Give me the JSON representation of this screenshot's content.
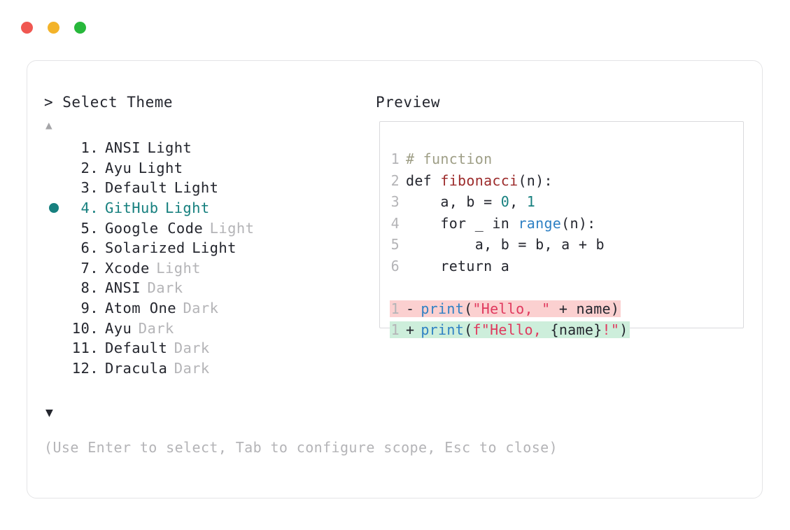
{
  "window": {
    "dots": [
      {
        "name": "close",
        "color": "#f05751"
      },
      {
        "name": "minimize",
        "color": "#f3b32a"
      },
      {
        "name": "maximize",
        "color": "#27b83b"
      }
    ]
  },
  "picker": {
    "header": "> Select Theme",
    "scroll_up": "▲",
    "scroll_down": "▼",
    "footer_hint": "(Use Enter to select, Tab to configure scope, Esc to close)",
    "accent_color": "#17807f",
    "selected_index": 4,
    "items": [
      {
        "index": "1.",
        "name": "ANSI",
        "variant": "Light",
        "variant_dim": false,
        "selected": false
      },
      {
        "index": "2.",
        "name": "Ayu",
        "variant": "Light",
        "variant_dim": false,
        "selected": false
      },
      {
        "index": "3.",
        "name": "Default",
        "variant": "Light",
        "variant_dim": false,
        "selected": false
      },
      {
        "index": "4.",
        "name": "GitHub",
        "variant": "Light",
        "variant_dim": false,
        "selected": true
      },
      {
        "index": "5.",
        "name": "Google Code",
        "variant": "Light",
        "variant_dim": true,
        "selected": false
      },
      {
        "index": "6.",
        "name": "Solarized",
        "variant": "Light",
        "variant_dim": false,
        "selected": false
      },
      {
        "index": "7.",
        "name": "Xcode",
        "variant": "Light",
        "variant_dim": true,
        "selected": false
      },
      {
        "index": "8.",
        "name": "ANSI",
        "variant": "Dark",
        "variant_dim": true,
        "selected": false
      },
      {
        "index": "9.",
        "name": "Atom One",
        "variant": "Dark",
        "variant_dim": true,
        "selected": false
      },
      {
        "index": "10.",
        "name": "Ayu",
        "variant": "Dark",
        "variant_dim": true,
        "selected": false
      },
      {
        "index": "11.",
        "name": "Default",
        "variant": "Dark",
        "variant_dim": true,
        "selected": false
      },
      {
        "index": "12.",
        "name": "Dracula",
        "variant": "Dark",
        "variant_dim": true,
        "selected": false
      }
    ]
  },
  "preview": {
    "header": "Preview",
    "code_lines": [
      {
        "ln": "1",
        "tokens": [
          {
            "t": "# function",
            "c": "comment"
          }
        ]
      },
      {
        "ln": "2",
        "tokens": [
          {
            "t": "def ",
            "c": "plain"
          },
          {
            "t": "fibonacci",
            "c": "func"
          },
          {
            "t": "(n):",
            "c": "plain"
          }
        ]
      },
      {
        "ln": "3",
        "tokens": [
          {
            "t": "    a, b = ",
            "c": "plain"
          },
          {
            "t": "0",
            "c": "num"
          },
          {
            "t": ", ",
            "c": "plain"
          },
          {
            "t": "1",
            "c": "num"
          }
        ]
      },
      {
        "ln": "4",
        "tokens": [
          {
            "t": "    for _ in ",
            "c": "plain"
          },
          {
            "t": "range",
            "c": "builtin"
          },
          {
            "t": "(n):",
            "c": "plain"
          }
        ]
      },
      {
        "ln": "5",
        "tokens": [
          {
            "t": "        a, b = b, a + b",
            "c": "plain"
          }
        ]
      },
      {
        "ln": "6",
        "tokens": [
          {
            "t": "    return a",
            "c": "plain"
          }
        ]
      }
    ],
    "diff_lines": [
      {
        "ln": "1",
        "sign": "-",
        "kind": "removed",
        "tokens": [
          {
            "t": "print",
            "c": "builtin"
          },
          {
            "t": "(",
            "c": "plain"
          },
          {
            "t": "\"Hello, \"",
            "c": "string"
          },
          {
            "t": " + name)",
            "c": "plain"
          }
        ]
      },
      {
        "ln": "1",
        "sign": "+",
        "kind": "added",
        "tokens": [
          {
            "t": "print",
            "c": "builtin"
          },
          {
            "t": "(",
            "c": "plain"
          },
          {
            "t": "f\"Hello, ",
            "c": "string"
          },
          {
            "t": "{name}",
            "c": "plain"
          },
          {
            "t": "!\"",
            "c": "string"
          },
          {
            "t": ")",
            "c": "plain"
          }
        ]
      }
    ],
    "colors": {
      "comment": "#9e9e86",
      "function": "#9c2b2b",
      "number": "#17807f",
      "builtin": "#2f81c4",
      "string": "#e0395e",
      "diff_removed_bg": "#fbd0d0",
      "diff_added_bg": "#cdeedb"
    }
  }
}
